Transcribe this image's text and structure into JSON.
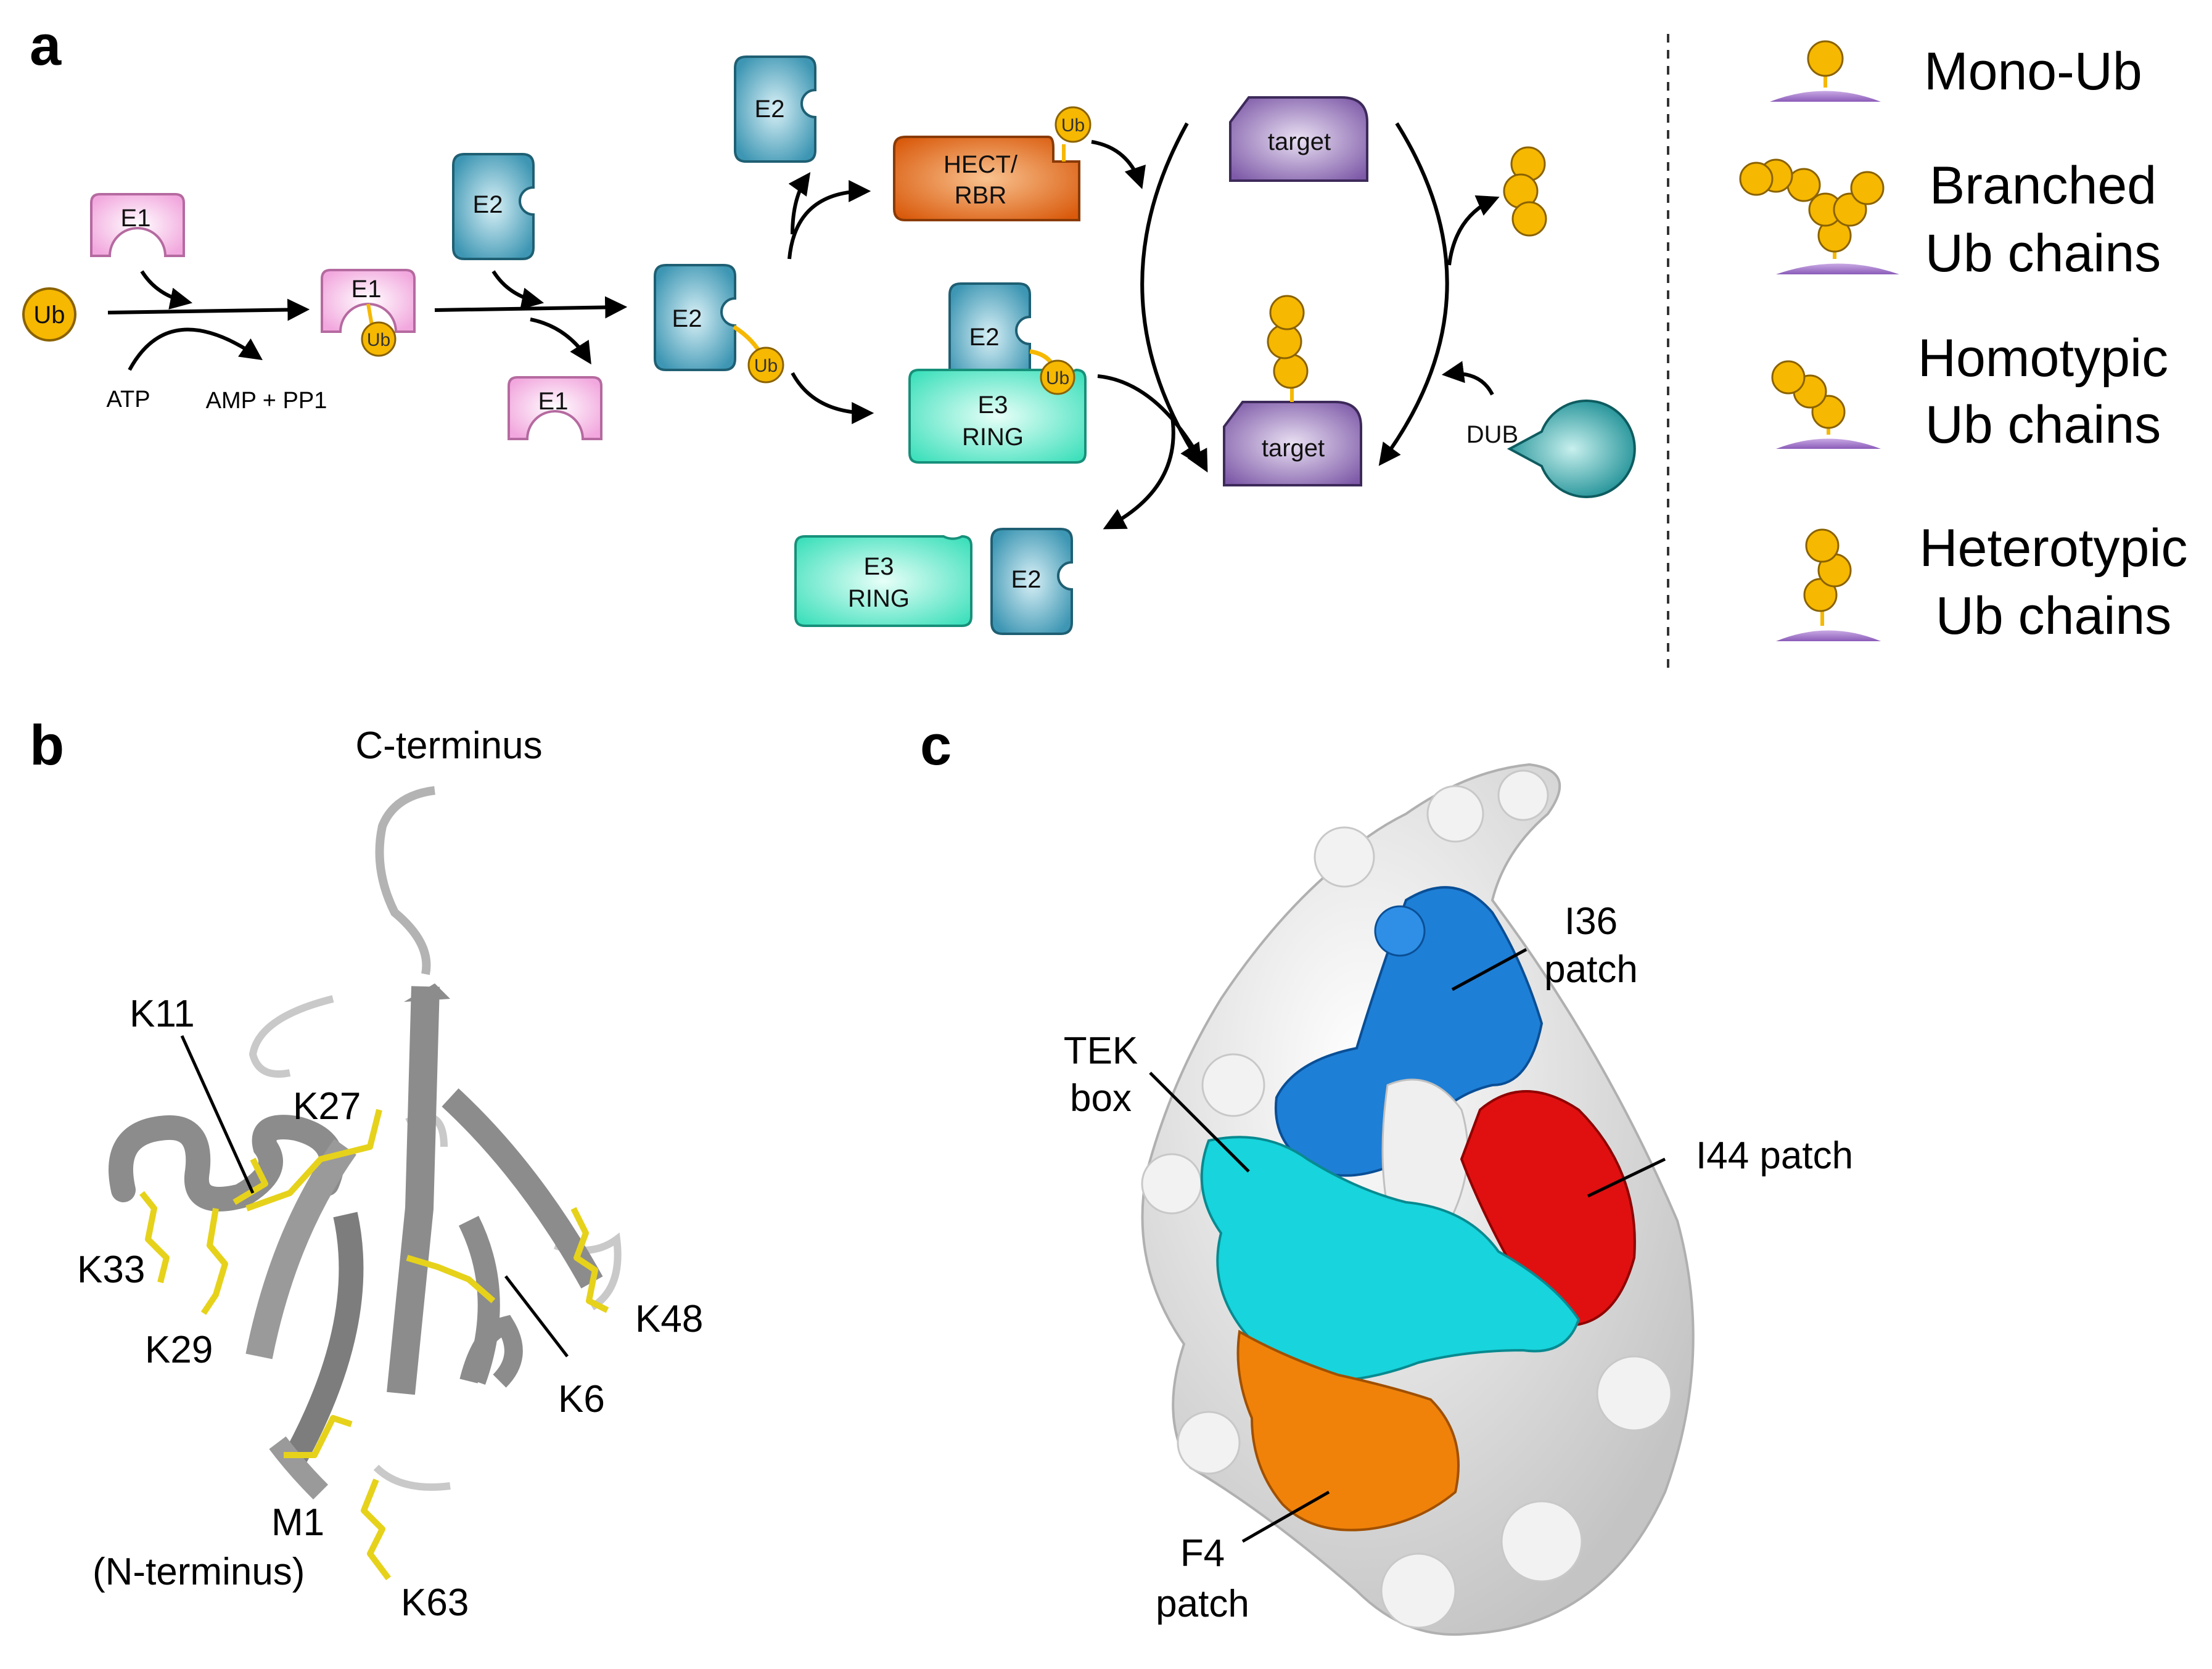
{
  "panels": {
    "a": "a",
    "b": "b",
    "c": "c"
  },
  "colors": {
    "e1": "#f5c2e6",
    "e2": "#4aa3bf",
    "e3": "#5fe8c8",
    "hect": "#e06010",
    "target": "#8a6ab0",
    "dub": "#1f9aa0",
    "ub": "#f4b400",
    "ribbon": "#9a9a9a",
    "lysine": "#e6d21a",
    "patch_i36": "#1e7fd6",
    "patch_i44": "#e01010",
    "patch_tek": "#18d4dc",
    "patch_f4": "#f0820a",
    "surface": "#e4e4e4"
  },
  "panel_a": {
    "ub": "Ub",
    "e1": "E1",
    "e2": "E2",
    "atp": "ATP",
    "amp": "AMP + PP1",
    "hect_line1": "HECT/",
    "hect_line2": "RBR",
    "e3_line1": "E3",
    "e3_line2": "RING",
    "target": "target",
    "dub": "DUB"
  },
  "legend": {
    "mono": "Mono-Ub",
    "branched_1": "Branched",
    "branched_2": "Ub chains",
    "homotypic_1": "Homotypic",
    "homotypic_2": "Ub chains",
    "heterotypic_1": "Heterotypic",
    "heterotypic_2": "Ub chains"
  },
  "panel_b": {
    "c_terminus": "C-terminus",
    "k11": "K11",
    "k27": "K27",
    "k33": "K33",
    "k29": "K29",
    "k48": "K48",
    "k6": "K6",
    "m1": "M1",
    "n_terminus": "(N-terminus)",
    "k63": "K63"
  },
  "panel_c": {
    "i36_1": "I36",
    "i36_2": "patch",
    "tek_1": "TEK",
    "tek_2": "box",
    "i44": "I44 patch",
    "f4_1": "F4",
    "f4_2": "patch"
  }
}
